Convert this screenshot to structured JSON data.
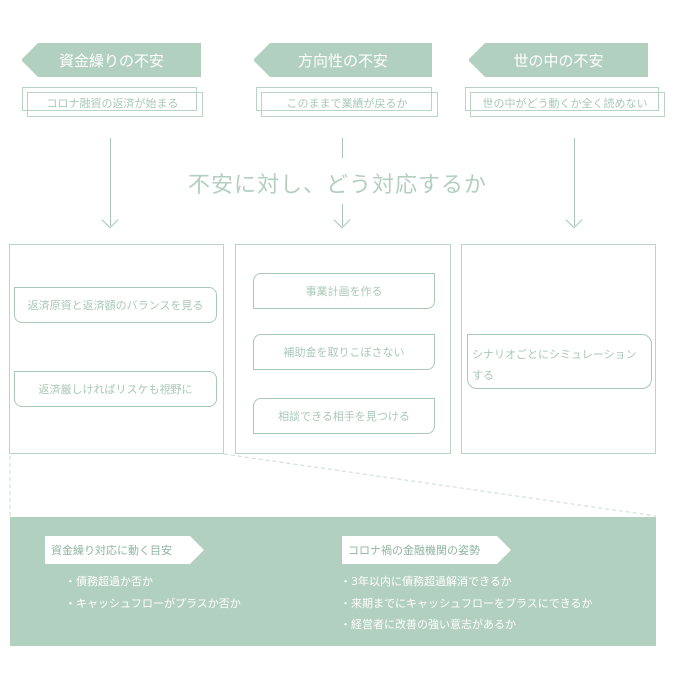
{
  "concerns": [
    {
      "title": "資金繰りの不安",
      "detail": "コロナ融資の返済が始まる"
    },
    {
      "title": "方向性の不安",
      "detail": "このままで業績が戻るか"
    },
    {
      "title": "世の中の不安",
      "detail": "世の中がどう動くか全く読めない"
    }
  ],
  "center_heading": "不安に対し、どう対応するか",
  "panels": [
    {
      "items": [
        "返済原資と返済額のバランスを見る",
        "返済厳しければリスケも視野に"
      ]
    },
    {
      "items": [
        "事業計画を作る",
        "補助金を取りこぼさない",
        "相談できる相手を見つける"
      ]
    },
    {
      "items": [
        "シナリオごとにシミュレーション",
        "する"
      ]
    }
  ],
  "bottom": {
    "left": {
      "tag": "資金繰り対応に動く目安",
      "bullets": [
        "・債務超過か否か",
        "・キャッシュフローがプラスか否か"
      ]
    },
    "right": {
      "tag": "コロナ禍の金融機関の姿勢",
      "bullets": [
        "・3年以内に債務超過解消できるか",
        "・来期までにキャッシュフローをプラスにできるか",
        "・経営者に改善の強い意志があるか"
      ]
    }
  },
  "colors": {
    "accent": "#b2d0bf",
    "text": "#a9c8b8"
  }
}
